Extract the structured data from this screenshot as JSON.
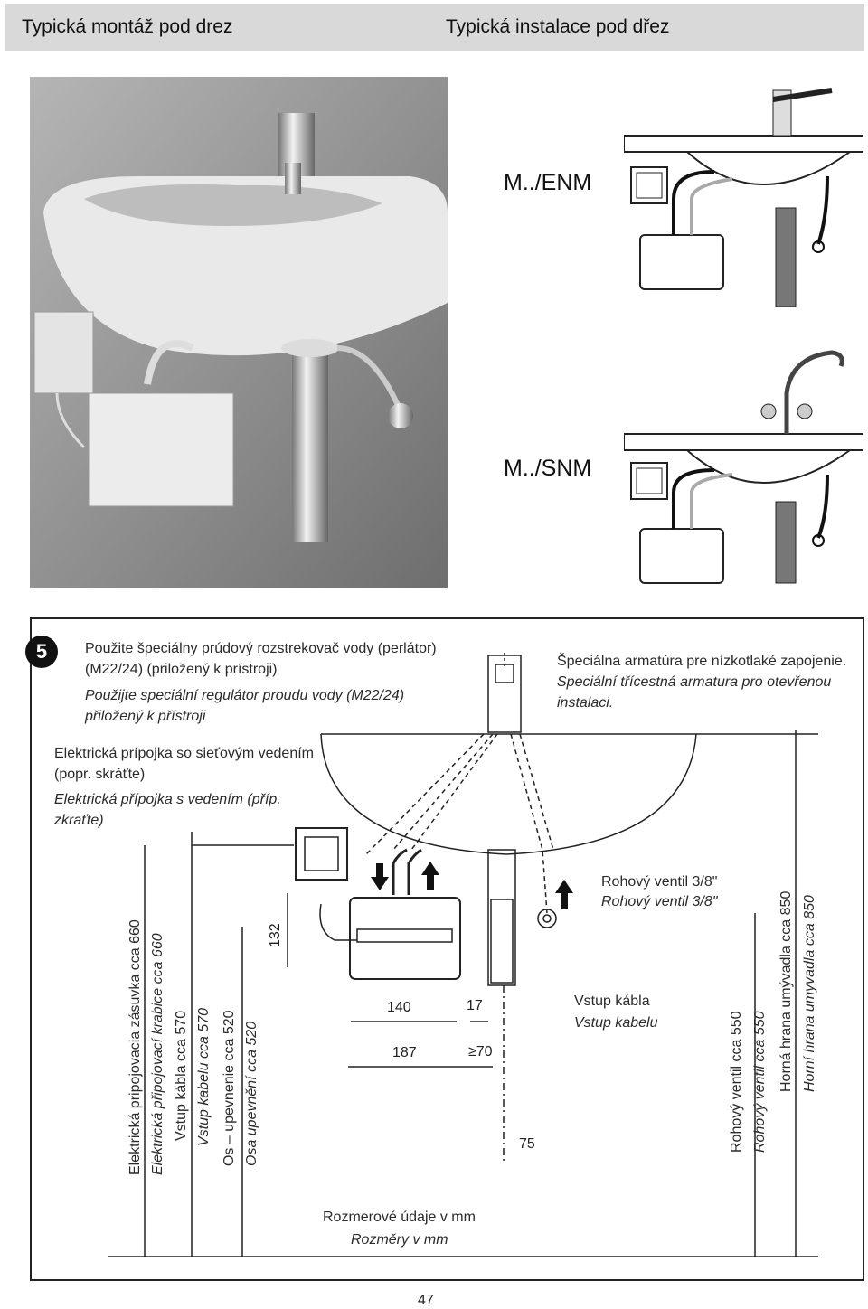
{
  "header": {
    "left_title": "Typická montáž pod drez",
    "right_title": "Typická instalace pod dřez"
  },
  "models": {
    "enm": "M../ENM",
    "snm": "M../SNM"
  },
  "step": "5",
  "notes": {
    "aerator_sk": "Použite špeciálny prúdový rozstrekovač vody (perlátor) (M22/24) (priložený k prístroji)",
    "aerator_cz": "Použijte speciální regulátor proudu vody (M22/24) přiložený k přístroji",
    "fitting_sk": "Špeciálna armatúra pre nízkotlaké zapojenie.",
    "fitting_cz": "Speciální třícestná armatura pro otevřenou instalaci.",
    "elec_sk": "Elektrická prípojka so sieťovým vedením (popr. skráťte)",
    "elec_cz": "Elektrická přípojka s vedením (příp. zkraťte)",
    "angle_valve_sk": "Rohový ventil 3/8\"",
    "angle_valve_cz": "Rohový ventil 3/8\"",
    "cable_entry_sk": "Vstup kábla",
    "cable_entry_cz": "Vstup kabelu",
    "dims_sk": "Rozmerové údaje v mm",
    "dims_cz": "Rozměry v mm"
  },
  "vertical_labels": {
    "socket_sk": "Elektrická pripojovacia zásuvka cca 660",
    "socket_cz": "Elektrická připojovací krabice cca 660",
    "cable_sk": "Vstup kábla cca 570",
    "cable_cz": "Vstup kabelu cca 570",
    "axis_sk": "Os – upevnenie cca 520",
    "axis_cz": "Osa upevnění cca 520",
    "valve_sk": "Rohový ventil cca 550",
    "valve_cz": "Rohový ventil cca 550",
    "edge_sk": "Horná hrana umývadla cca 850",
    "edge_cz": "Horní hrana umyvadla cca 850"
  },
  "dimensions": {
    "d132": "132",
    "d140": "140",
    "d17": "17",
    "d187": "187",
    "d70": "≥70",
    "d75": "75"
  },
  "page_number": "47"
}
